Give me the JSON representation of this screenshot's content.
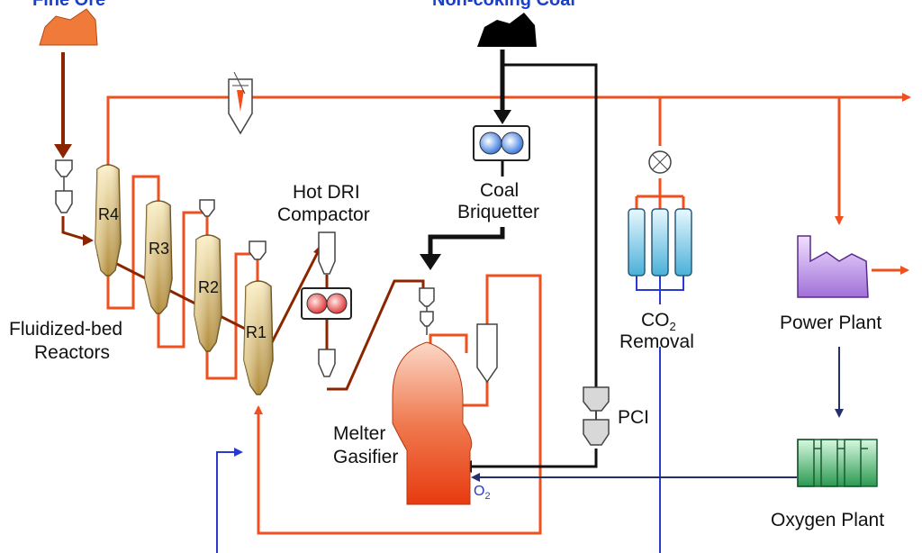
{
  "labels": {
    "fine_ore": "Fine Ore",
    "non_coking_coal": "Non-coking Coal",
    "hot_dri_compactor_line1": "Hot DRI",
    "hot_dri_compactor_line2": "Compactor",
    "coal_briquetter_line1": "Coal",
    "coal_briquetter_line2": "Briquetter",
    "co2_removal_line1": "CO",
    "co2_removal_sub": "2",
    "co2_removal_line2": "Removal",
    "power_plant": "Power Plant",
    "fluidized_bed_line1": "Fluidized-bed",
    "fluidized_bed_line2": "Reactors",
    "pci": "PCI",
    "melter_gasifier_line1": "Melter",
    "melter_gasifier_line2": "Gasifier",
    "o2": "O",
    "o2_sub": "2",
    "oxygen_plant": "Oxygen Plant"
  },
  "reactors": [
    "R4",
    "R3",
    "R2",
    "R1"
  ],
  "colors": {
    "gas_line": "#f0501e",
    "ore_line": "#8b2500",
    "coal_line": "#111111",
    "oxygen_line": "#2a3ad0",
    "reactor_fill": "#d8b060",
    "melter_fill": "#f05a2a",
    "co2_fill": "#9ad8e8",
    "power_plant_fill": "#c49ae8",
    "oxygen_plant_fill": "#3fae6a",
    "ore_pile": "#f07a3a",
    "coal_pile": "#000000"
  }
}
